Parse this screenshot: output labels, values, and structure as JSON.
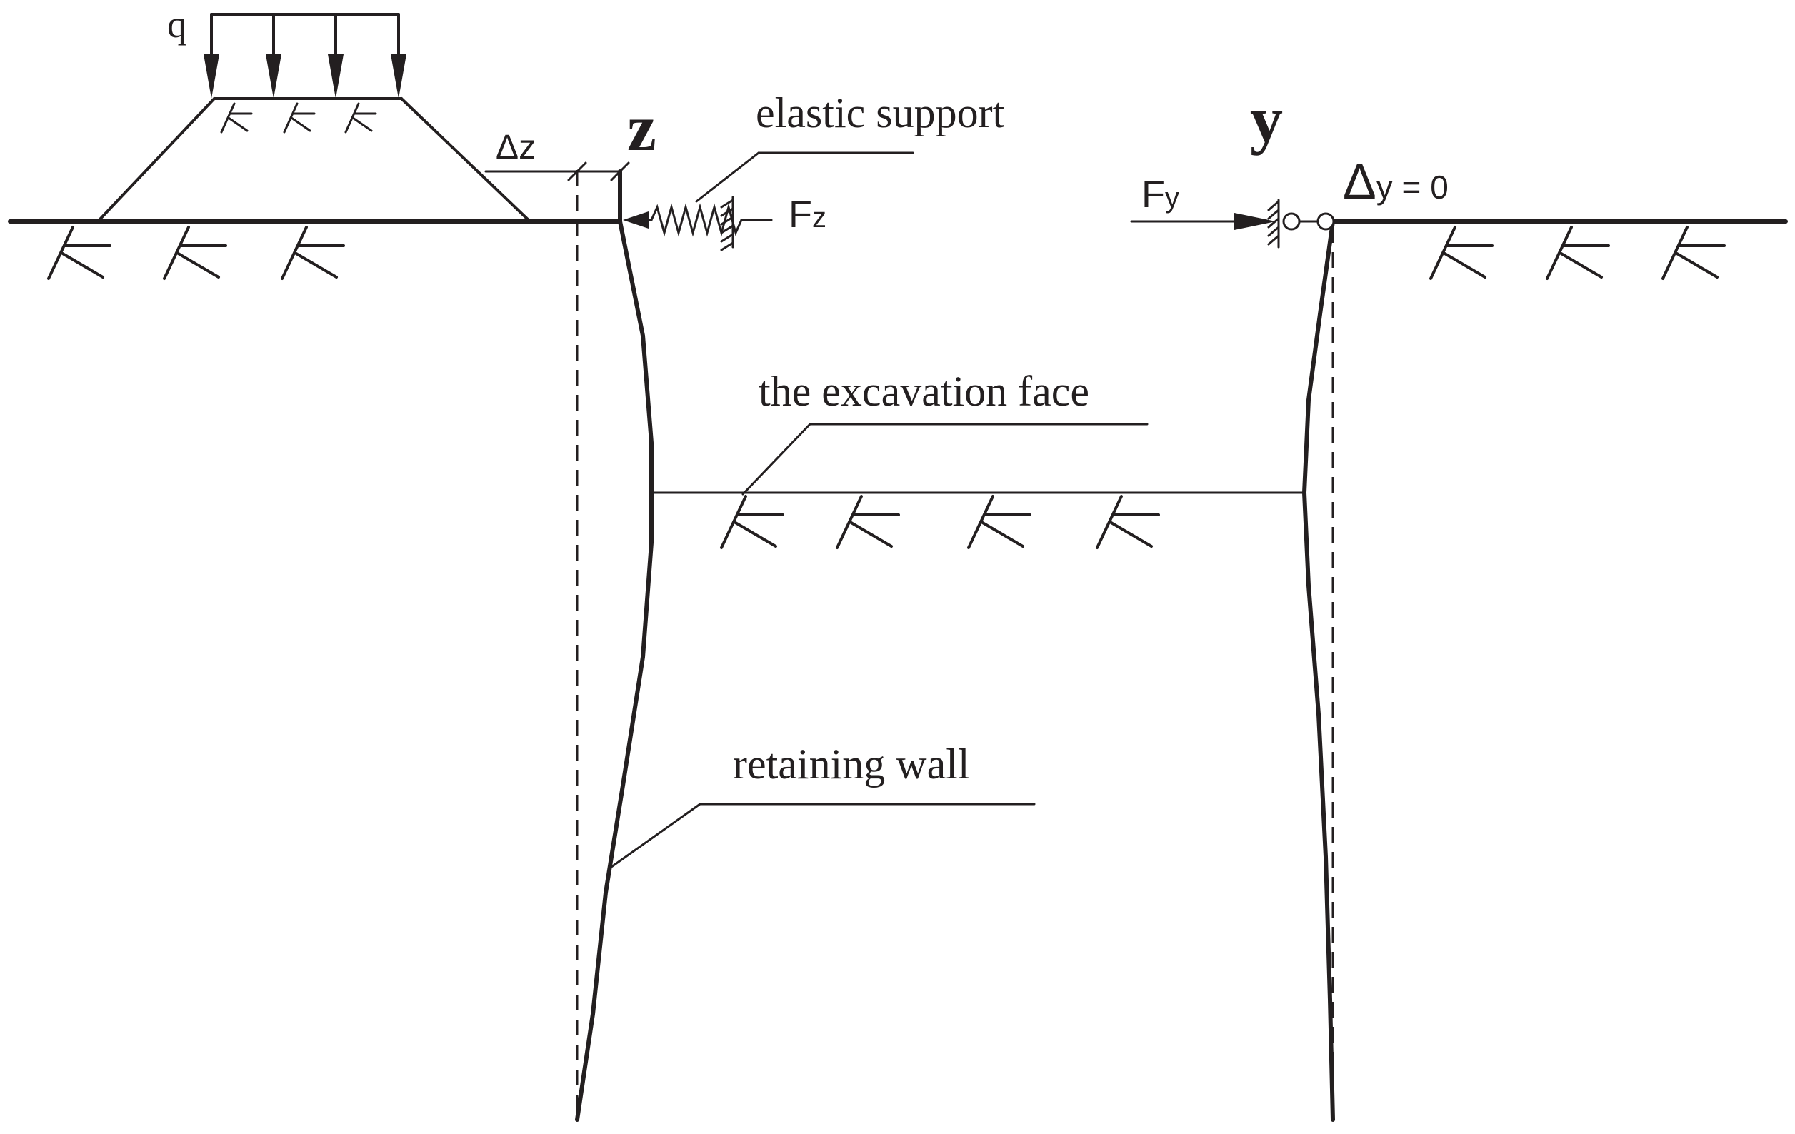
{
  "labels": {
    "q": "q",
    "z_axis": "z",
    "y_axis": "y",
    "delta_z": "Δz",
    "elastic_support": "elastic support",
    "force_z_base": "F",
    "force_z_sub": "z",
    "force_y_base": "F",
    "force_y_sub": "y",
    "delta_y_base": "Δ",
    "delta_y_rest": "y = 0",
    "excavation_face": "the excavation face",
    "retaining_wall": "retaining wall"
  },
  "colors": {
    "ink": "#231f20",
    "background": "#ffffff"
  }
}
